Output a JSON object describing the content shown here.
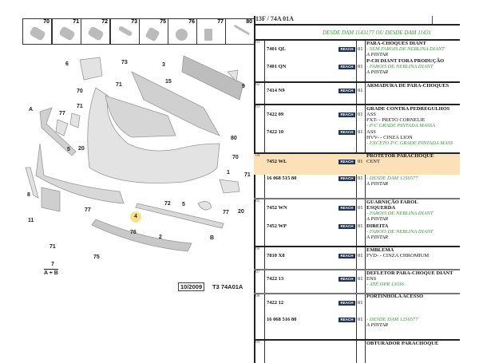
{
  "diagram": {
    "fasteners": [
      "70",
      "71",
      "72",
      "73",
      "75",
      "76",
      "77",
      "80"
    ],
    "callouts": [
      "6",
      "73",
      "3",
      "15",
      "9",
      "70",
      "71",
      "A",
      "77",
      "71",
      "5",
      "20",
      "80",
      "70",
      "1",
      "71",
      "8",
      "11",
      "77",
      "72",
      "5",
      "77",
      "20",
      "4",
      "76",
      "2",
      "B",
      "71",
      "75"
    ],
    "legend_top": "7",
    "legend_bottom": "A + B",
    "date": "10/2009",
    "ref": "T3 74A01A"
  },
  "table": {
    "title": "13F / 74A 01A",
    "header_green": "DESDE DAM 1143177 OU DESDE DAM 11431",
    "badge": "REACH",
    "rows": [
      {
        "idx": "01",
        "parts": [
          "7401 QL",
          "7401 QN"
        ],
        "qty": [
          "01",
          "01"
        ],
        "desc": [
          "PARA-CHOQUES DIANT",
          "- SEM FAROIS DE NEBLINA DIANT",
          "A PINTAR",
          "P-CH DIANT FORA PRODUÇÃO",
          "- FAROIS DE NEBLINA DIANT",
          "A PINTAR"
        ]
      },
      {
        "idx": "02",
        "parts": [
          "7414 N9"
        ],
        "qty": [
          "01"
        ],
        "desc": [
          "ARMADURA DE PARA-CHOQUES"
        ]
      },
      {
        "idx": "03",
        "parts": [
          "7422 09",
          "7422 10"
        ],
        "qty": [
          "01",
          "01"
        ],
        "desc": [
          "GRADE CONTRA PEDREGULHOS",
          "ASS",
          "FXT- - PRETO CORNELIE",
          "- P/C GRADE PINTADA MASSA",
          "ASS",
          "HVV- - CINZA LION",
          "- EXCETO P/C GRADE PINTADA MASS"
        ]
      },
      {
        "idx": "04",
        "parts": [
          "7452 WL",
          "16 068 515 80"
        ],
        "qty": [
          "01",
          "01"
        ],
        "desc": [
          "PROTETOR PARACHOQUE",
          "CENT",
          "- DESDE DAM 1256577",
          "A PINTAR"
        ]
      },
      {
        "idx": "05",
        "parts": [
          "7452 WN",
          "7452 WP"
        ],
        "qty": [
          "01",
          "01"
        ],
        "desc": [
          "GUARNIÇÃO FAROL",
          "ESQUERDA",
          "- FAROIS DE NEBLINA DIANT",
          "A PINTAR",
          "DIREITA",
          "- FAROIS DE NEBLINA DIANT",
          "A PINTAR"
        ]
      },
      {
        "idx": "06",
        "parts": [
          "7810 X8"
        ],
        "qty": [
          "01"
        ],
        "desc": [
          "EMBLEMA",
          "FVD- - CINZA CHROMIUM"
        ]
      },
      {
        "idx": "07",
        "parts": [
          "7422 13"
        ],
        "qty": [
          "01"
        ],
        "desc": [
          "DEFLETOR PARA-CHOQUE DIANT",
          "ENS",
          "- ATÉ OPR 13016"
        ]
      },
      {
        "idx": "08",
        "parts": [
          "7422 12",
          "16 068 516 80"
        ],
        "qty": [
          "01",
          "01"
        ],
        "desc": [
          "PORTINHOLA ACESSO",
          "- DESDE DAM 1256577",
          "A PINTAR"
        ]
      },
      {
        "idx": "09",
        "desc": [
          "OBTURADOR PARACHOQUE"
        ]
      }
    ]
  }
}
